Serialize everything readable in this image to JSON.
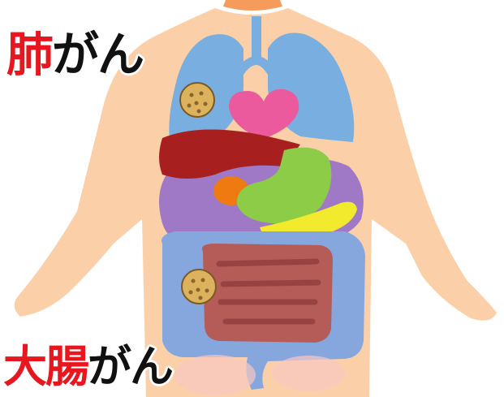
{
  "labels": {
    "lung_cancer": {
      "accent": "肺",
      "rest": "がん"
    },
    "colon_cancer": {
      "accent": "大腸",
      "rest": "がん"
    }
  },
  "colors": {
    "accent": "#e8161e",
    "text": "#111111",
    "skin": "#fbd0a8",
    "lungs": "#79aee0",
    "heart": "#ea5a9c",
    "liver": "#a7201f",
    "stomach": "#8ccc47",
    "gallbladder": "#f07a12",
    "pancreas": "#f2ea2c",
    "small_intestine": "#9f78c6",
    "colon": "#85a7de",
    "intestine_core": "#b55b58",
    "tumor": "#dcb25e"
  }
}
